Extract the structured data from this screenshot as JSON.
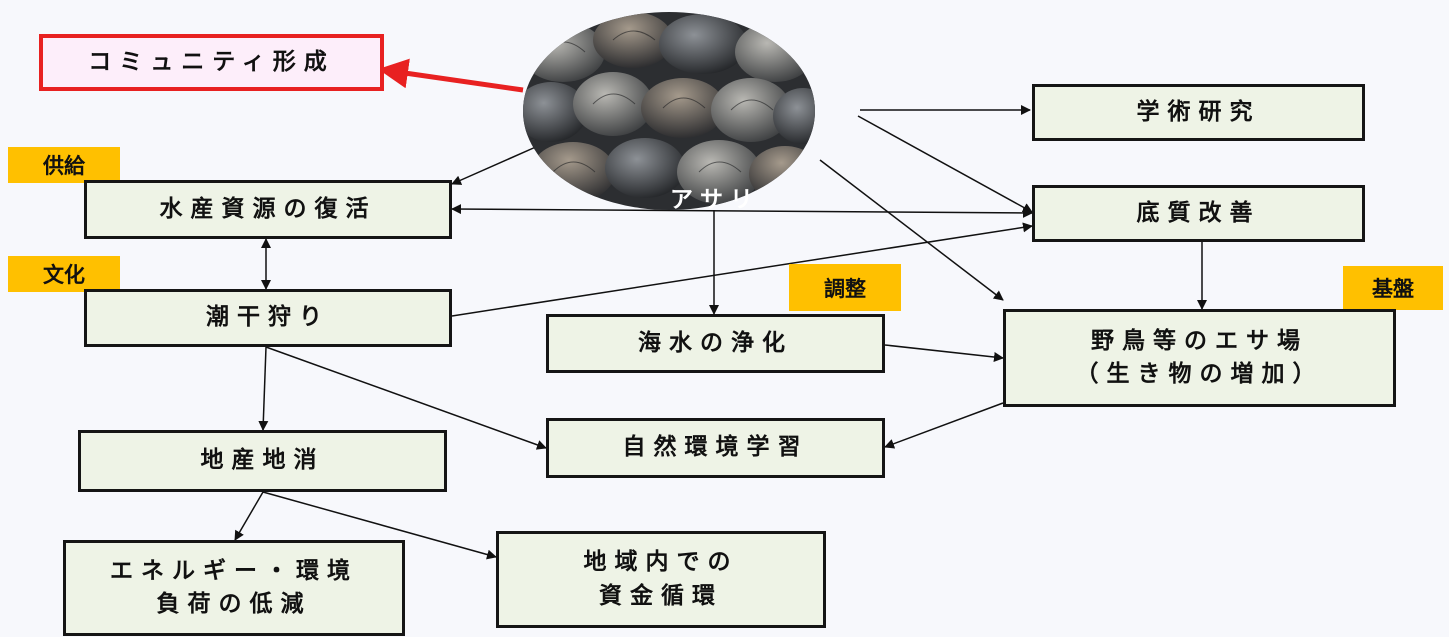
{
  "center": {
    "label": "アサリ",
    "image": "clam-shells-photo"
  },
  "nodes": {
    "community": "コミュニティ形成",
    "academic": "学術研究",
    "fishery": "水産資源の復活",
    "sediment": "底質改善",
    "clamdig": "潮干狩り",
    "purify": "海水の浄化",
    "birds": [
      "野鳥等のエサ場",
      "（生き物の増加）"
    ],
    "local": "地産地消",
    "nature": "自然環境学習",
    "energy": [
      "エネルギー・環境",
      "負荷の低減"
    ],
    "funds": [
      "地域内での",
      "資金循環"
    ]
  },
  "tags": {
    "supply": "供給",
    "culture": "文化",
    "regulate": "調整",
    "base": "基盤"
  },
  "colors": {
    "box_fill": "#eef3e6",
    "box_border": "#151515",
    "highlight_border": "#e82121",
    "highlight_fill": "#fdeefa",
    "tag_fill": "#ffc000",
    "background": "#f7f8fc"
  }
}
